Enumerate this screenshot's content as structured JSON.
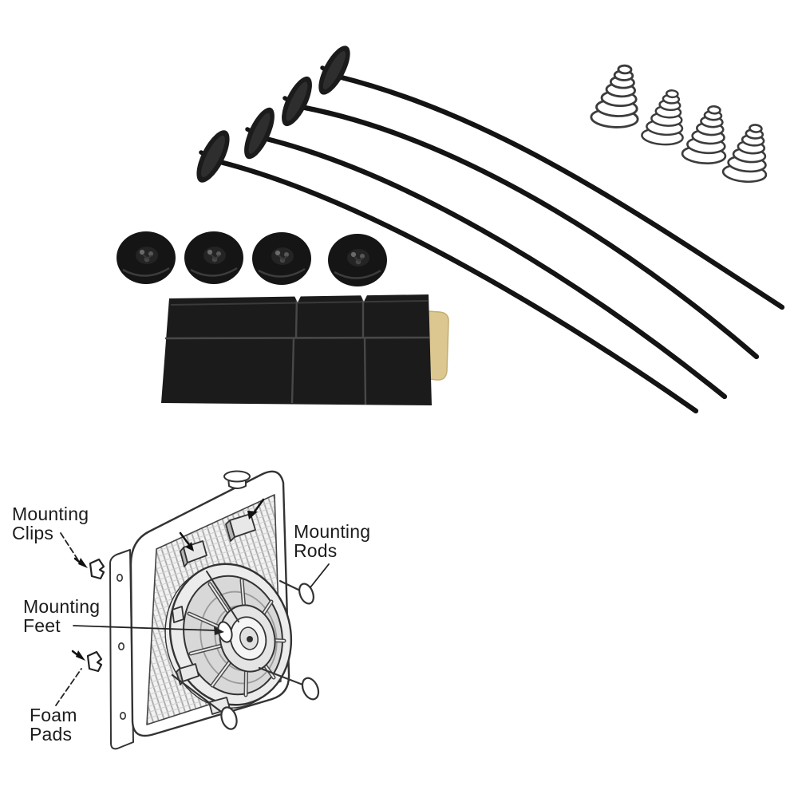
{
  "colors": {
    "background": "#ffffff",
    "hardware_black": "#161616",
    "foam_adhesive_tan": "#dcc791",
    "diagram_line": "#333333",
    "fan_interior_gray": "#d8d8d8",
    "spring_outline": "#3c3c3c"
  },
  "kit_parts": {
    "mounting_rods_count": 4,
    "coil_springs_count": 4,
    "mounting_feet_count": 4,
    "foam_pad_columns": 3,
    "foam_pad_rows": 2
  },
  "diagram": {
    "labels": {
      "mounting_clips": "Mounting\nClips",
      "mounting_rods": "Mounting\nRods",
      "mounting_feet": "Mounting\nFeet",
      "foam_pads": "Foam\nPads"
    }
  }
}
